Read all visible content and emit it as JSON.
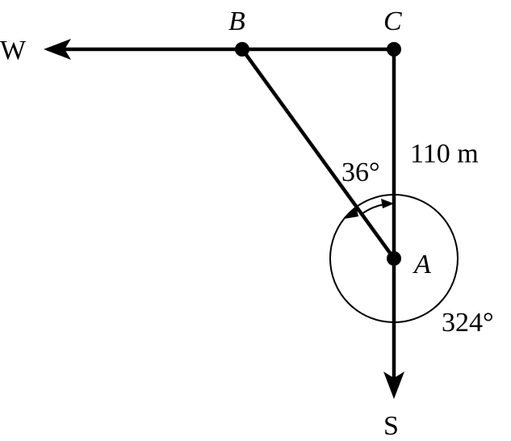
{
  "diagram": {
    "labels": {
      "west": "W",
      "south": "S",
      "point_a": "A",
      "point_b": "B",
      "point_c": "C",
      "distance": "110 m",
      "angle_small": "36°",
      "angle_large": "324°"
    },
    "colors": {
      "ink": "#000000",
      "background": "#ffffff"
    }
  }
}
